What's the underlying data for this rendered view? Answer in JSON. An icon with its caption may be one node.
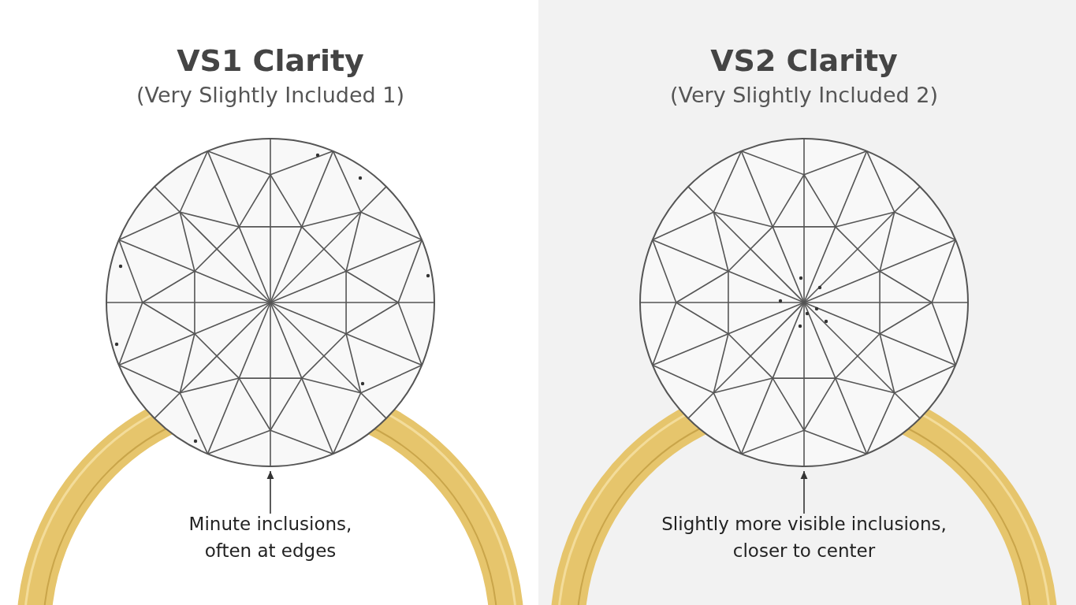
{
  "diagram": {
    "nodes": [
      {
        "text": [],
        "shape": "picture"
      },
      {
        "text": [
          "Minute inclusions, often at edges"
        ]
      },
      {
        "text": [],
        "shape": "picture"
      },
      {
        "text": [
          "Slightly more visible inclusions, closer to center"
        ]
      }
    ],
    "edges": [
      {
        "from": 1,
        "to": 0,
        "arrow": "to"
      },
      {
        "from": 3,
        "to": 2,
        "arrow": "to"
      }
    ],
    "labels": [
      "VS1 Clarity",
      "(Very Slightly Included 1)",
      "VS2 Clarity",
      "(Very Slightly Included 2)"
    ]
  }
}
